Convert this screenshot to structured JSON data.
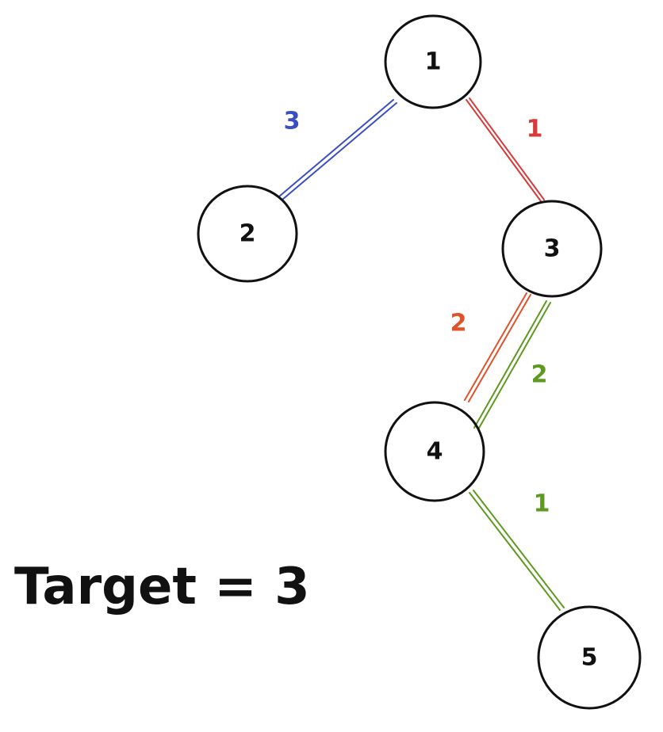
{
  "nodes": [
    {
      "id": "1",
      "label": "1"
    },
    {
      "id": "2",
      "label": "2"
    },
    {
      "id": "3",
      "label": "3"
    },
    {
      "id": "4",
      "label": "4"
    },
    {
      "id": "5",
      "label": "5"
    }
  ],
  "edges": [
    {
      "from": "1",
      "to": "2",
      "weight": "3",
      "color": "#3b4fc4"
    },
    {
      "from": "1",
      "to": "3",
      "weight": "1",
      "color": "#d83a3a"
    },
    {
      "from": "3",
      "to": "4",
      "weight": "2",
      "color": "#e0532a"
    },
    {
      "from": "3",
      "to": "4",
      "weight": "2",
      "color": "#5e9a1f"
    },
    {
      "from": "4",
      "to": "5",
      "weight": "1",
      "color": "#5e9a1f"
    }
  ],
  "target_text": "Target = 3"
}
